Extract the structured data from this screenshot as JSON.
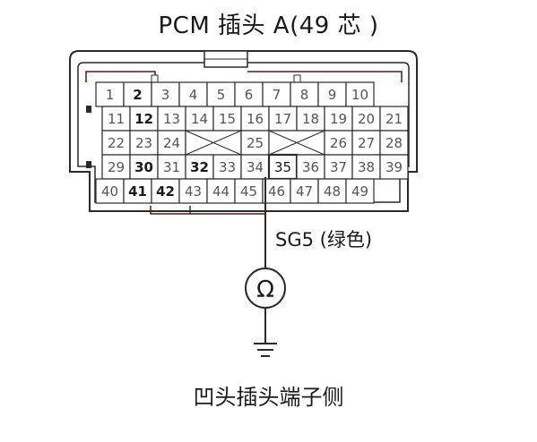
{
  "title": "PCM 插头 A(49 芯 )",
  "caption": "凹头插头端子侧",
  "wire_label": "SG5 (绿色)",
  "meter_symbol": "Ω",
  "connector": {
    "rows": [
      [
        "1",
        "2",
        "3",
        "4",
        "5",
        "6",
        "7",
        "8",
        "9",
        "10"
      ],
      [
        "11",
        "12",
        "13",
        "14",
        "15",
        "16",
        "17",
        "18",
        "19",
        "20",
        "21"
      ],
      [
        "22",
        "23",
        "24",
        "25",
        "26",
        "27",
        "28"
      ],
      [
        "29",
        "30",
        "31",
        "32",
        "33",
        "34",
        "35",
        "36",
        "37",
        "38",
        "39"
      ],
      [
        "40",
        "41",
        "42",
        "43",
        "44",
        "45",
        "46",
        "47",
        "48",
        "49"
      ]
    ],
    "highlighted_pin": "35",
    "emphasized_pins": [
      "2",
      "12",
      "30",
      "32",
      "41",
      "42"
    ]
  },
  "colors": {
    "line": "#2a2a2a",
    "dark_wire": "#5a1a10",
    "pin_text": "#1a1a1a",
    "pin_text_light": "#555555"
  }
}
